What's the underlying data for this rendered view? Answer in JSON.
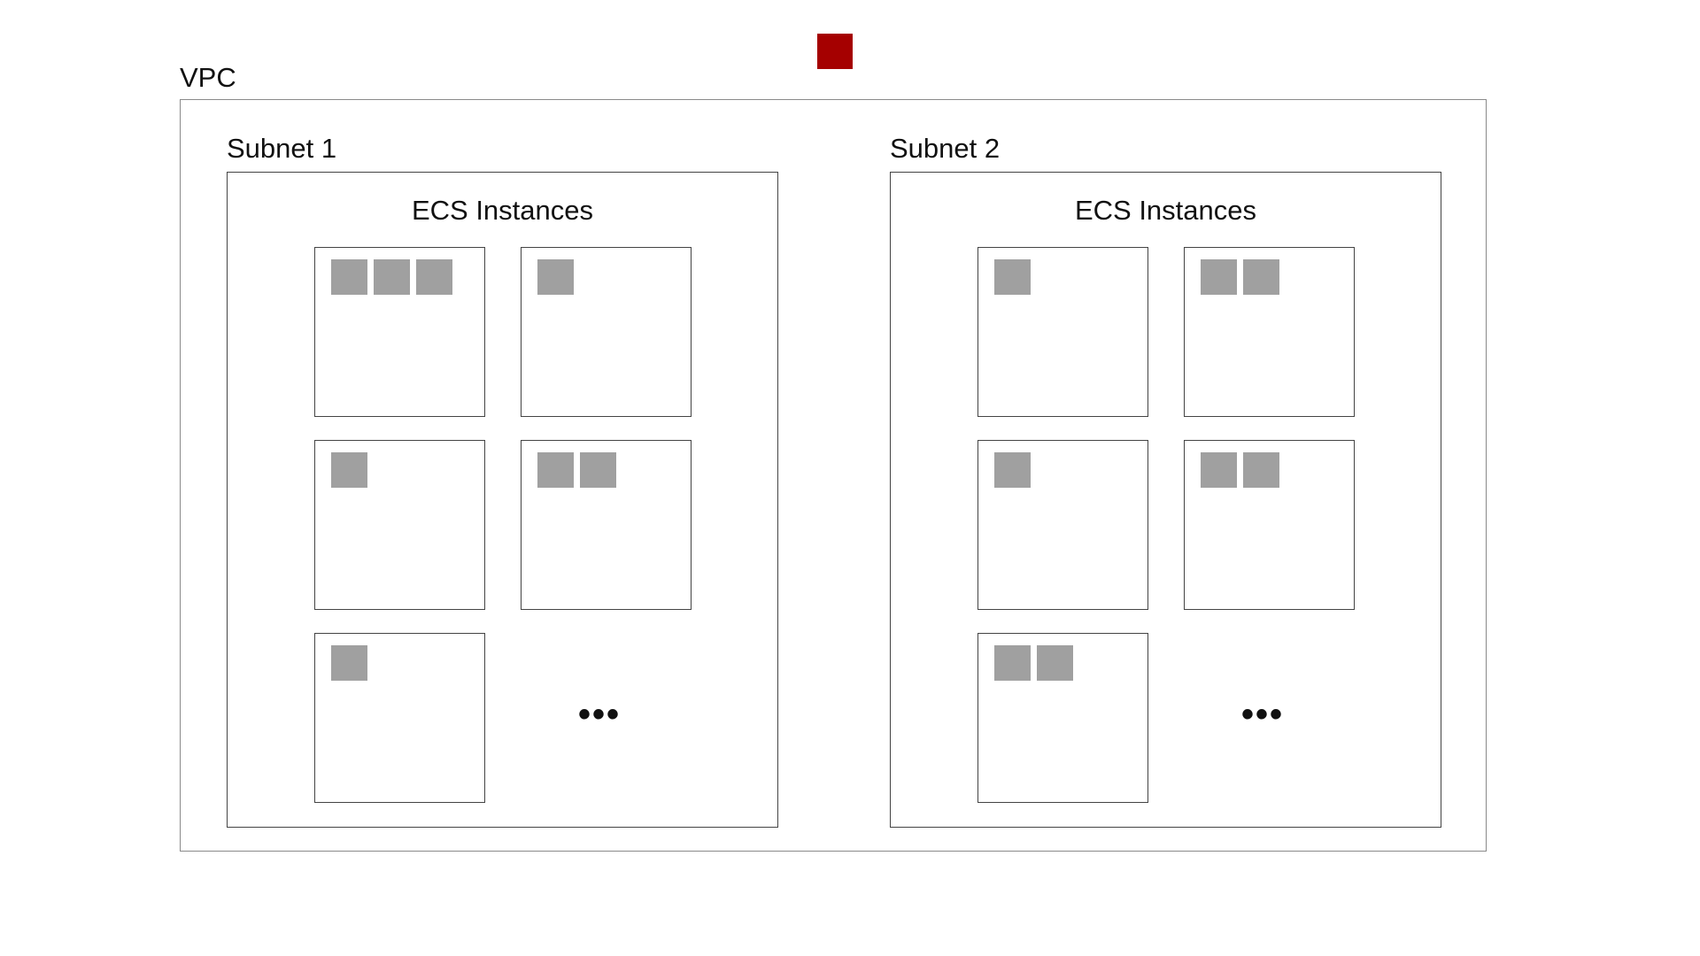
{
  "colors": {
    "accent_square": "#a50000",
    "task": "#a0a0a0"
  },
  "vpc": {
    "label": "VPC"
  },
  "subnets": [
    {
      "label": "Subnet 1",
      "group_title": "ECS Instances",
      "instances": [
        {
          "tasks": 3
        },
        {
          "tasks": 1
        },
        {
          "tasks": 1
        },
        {
          "tasks": 2
        },
        {
          "tasks": 1
        }
      ],
      "more": "•••"
    },
    {
      "label": "Subnet 2",
      "group_title": "ECS Instances",
      "instances": [
        {
          "tasks": 1
        },
        {
          "tasks": 2
        },
        {
          "tasks": 1
        },
        {
          "tasks": 2
        },
        {
          "tasks": 2
        }
      ],
      "more": "•••"
    }
  ]
}
